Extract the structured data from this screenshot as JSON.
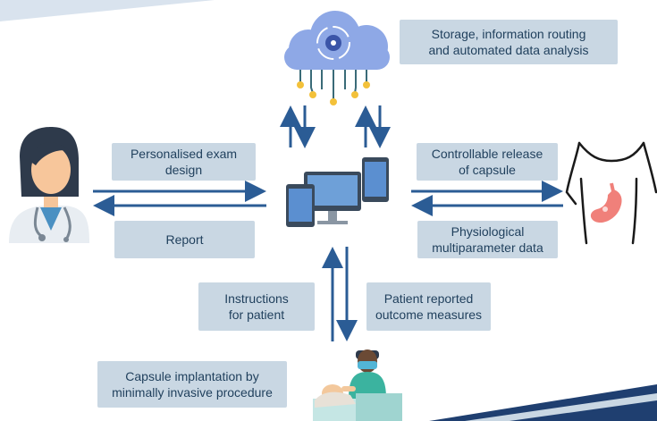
{
  "cloud_box": {
    "text": "Storage, information routing\nand automated data analysis"
  },
  "doctor_to_center_top": {
    "text": "Personalised exam\ndesign"
  },
  "doctor_bottom": {
    "text": "Report"
  },
  "patient_top": {
    "text": "Controllable release\nof capsule"
  },
  "patient_bottom": {
    "text": "Physiological\nmultiparameter data"
  },
  "instructions": {
    "text": "Instructions\nfor patient"
  },
  "outcomes": {
    "text": "Patient reported\noutcome measures"
  },
  "capsule_implant": {
    "text": "Capsule implantation by\nminimally invasive procedure"
  },
  "colors": {
    "box_fill": "#c9d7e3",
    "text": "#1f3f5c",
    "arrow": "#2b5c95",
    "cloud": "#8ea8e6",
    "accent_dots": "#f3c13a"
  },
  "icons": [
    "cloud-gear-icon",
    "doctor-icon",
    "devices-icon",
    "torso-stomach-icon",
    "surgeon-patient-icon"
  ]
}
